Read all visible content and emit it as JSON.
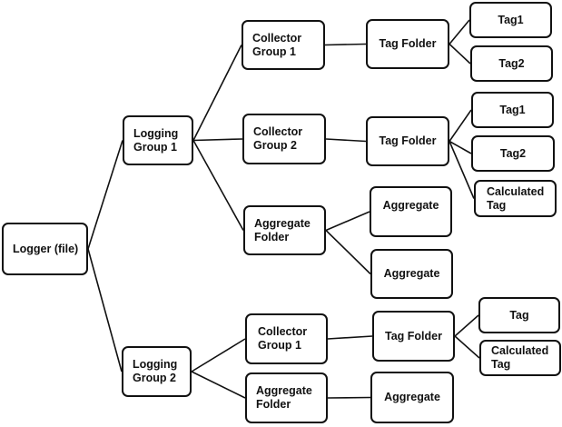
{
  "diagram": {
    "title": "",
    "nodes": [
      {
        "id": "logger",
        "label": "Logger (file)"
      },
      {
        "id": "lg1",
        "label": "Logging\nGroup 1"
      },
      {
        "id": "lg2",
        "label": "Logging\nGroup 2"
      },
      {
        "id": "cg1",
        "label": "Collector\nGroup 1"
      },
      {
        "id": "cg2",
        "label": "Collector\nGroup 2"
      },
      {
        "id": "af1",
        "label": "Aggregate\nFolder"
      },
      {
        "id": "tf1",
        "label": "Tag Folder"
      },
      {
        "id": "tf2",
        "label": "Tag Folder"
      },
      {
        "id": "t1a",
        "label": "Tag1"
      },
      {
        "id": "t2a",
        "label": "Tag2"
      },
      {
        "id": "t1b",
        "label": "Tag1"
      },
      {
        "id": "t2b",
        "label": "Tag2"
      },
      {
        "id": "ctb",
        "label": "Calculated\nTag"
      },
      {
        "id": "agA",
        "label": "Aggregate"
      },
      {
        "id": "agB",
        "label": "Aggregate"
      },
      {
        "id": "cg3",
        "label": "Collector\nGroup 1"
      },
      {
        "id": "af2",
        "label": "Aggregate\nFolder"
      },
      {
        "id": "tf3",
        "label": "Tag Folder"
      },
      {
        "id": "agC",
        "label": "Aggregate"
      },
      {
        "id": "tc",
        "label": "Tag"
      },
      {
        "id": "ctc",
        "label": "Calculated\nTag"
      }
    ],
    "edges": [
      [
        "logger",
        "lg1"
      ],
      [
        "logger",
        "lg2"
      ],
      [
        "lg1",
        "cg1"
      ],
      [
        "lg1",
        "cg2"
      ],
      [
        "lg1",
        "af1"
      ],
      [
        "cg1",
        "tf1"
      ],
      [
        "tf1",
        "t1a"
      ],
      [
        "tf1",
        "t2a"
      ],
      [
        "cg2",
        "tf2"
      ],
      [
        "tf2",
        "t1b"
      ],
      [
        "tf2",
        "t2b"
      ],
      [
        "tf2",
        "ctb"
      ],
      [
        "af1",
        "agA"
      ],
      [
        "af1",
        "agB"
      ],
      [
        "lg2",
        "cg3"
      ],
      [
        "lg2",
        "af2"
      ],
      [
        "cg3",
        "tf3"
      ],
      [
        "tf3",
        "tc"
      ],
      [
        "tf3",
        "ctc"
      ],
      [
        "af2",
        "agC"
      ]
    ],
    "colors": {
      "stroke": "#111111",
      "fill": "#ffffff",
      "text": "#111111"
    }
  }
}
